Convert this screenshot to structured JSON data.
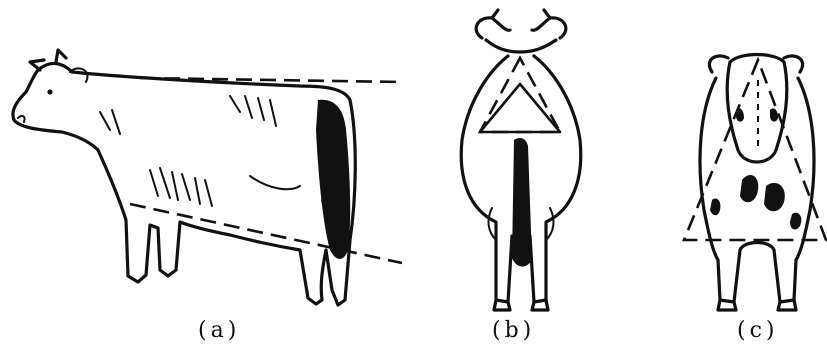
{
  "panels": [
    {
      "id": "a",
      "label": "(a)",
      "view": "side"
    },
    {
      "id": "b",
      "label": "(b)",
      "view": "rear"
    },
    {
      "id": "c",
      "label": "(c)",
      "view": "front"
    }
  ],
  "ink_color": "#111111",
  "background_color": "#ffffff"
}
